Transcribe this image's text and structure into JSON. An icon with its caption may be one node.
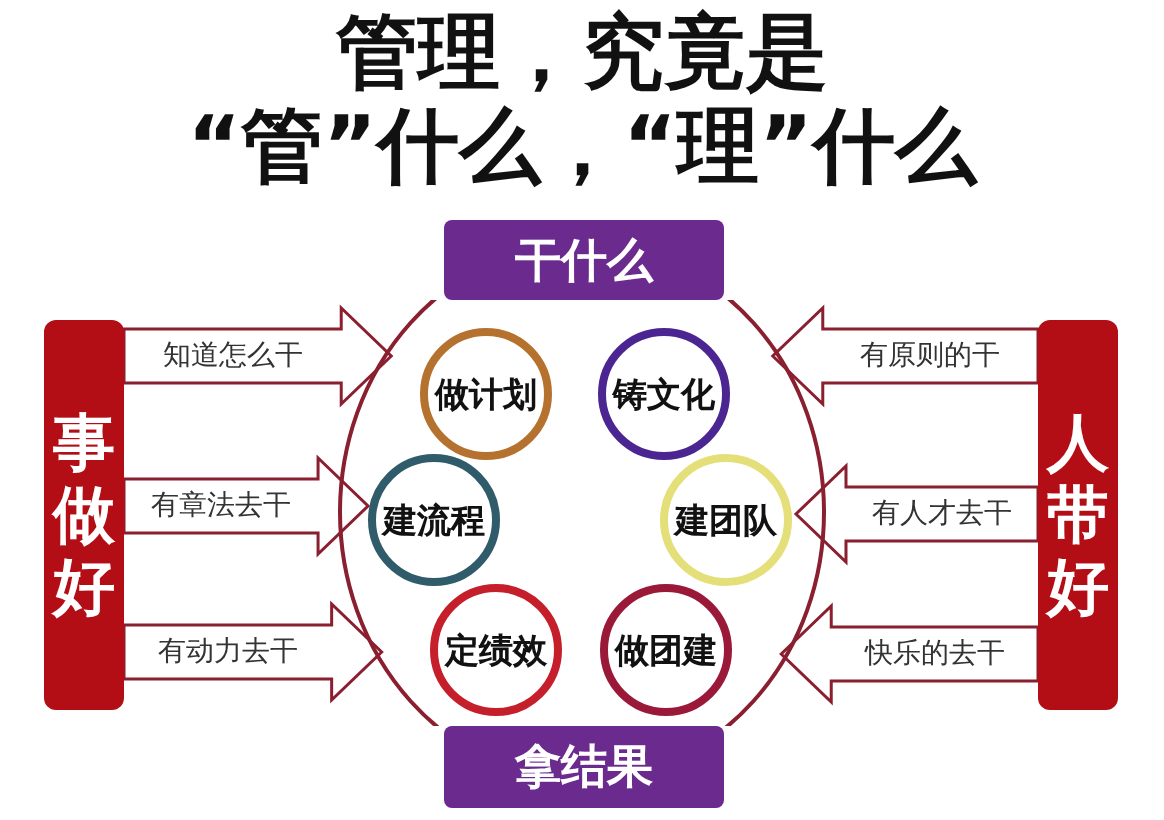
{
  "diagram": {
    "title": "管理，究竟是“管”什么，“理”什么",
    "nodes": [
      {
        "text": [
          "干什么"
        ]
      },
      {
        "text": [
          "事做好"
        ]
      },
      {
        "text": [],
        "shape": "circle"
      },
      {
        "text": [
          "做计划"
        ],
        "in": 2
      },
      {
        "text": [
          "铸文化"
        ],
        "in": 2
      },
      {
        "text": [
          "建流程"
        ],
        "in": 2
      },
      {
        "text": [
          "建团队"
        ],
        "in": 2
      },
      {
        "text": [
          "定绩效"
        ],
        "in": 2
      },
      {
        "text": [
          "做团建"
        ],
        "in": 2
      },
      {
        "text": [
          "人带好"
        ]
      },
      {
        "text": [
          "拿结果"
        ]
      }
    ],
    "edges": [
      {
        "from": 1,
        "to": 2,
        "arrow": "to",
        "label": "知道怎么干"
      },
      {
        "from": 1,
        "to": 2,
        "arrow": "to",
        "label": "有章法去干"
      },
      {
        "from": 1,
        "to": 2,
        "arrow": "to",
        "label": "有动力去干"
      },
      {
        "from": 9,
        "to": 2,
        "arrow": "to",
        "label": "有原则的干"
      },
      {
        "from": 9,
        "to": 2,
        "arrow": "to",
        "label": "有人才去干"
      },
      {
        "from": 9,
        "to": 2,
        "arrow": "to",
        "label": "快乐的去干"
      }
    ]
  }
}
